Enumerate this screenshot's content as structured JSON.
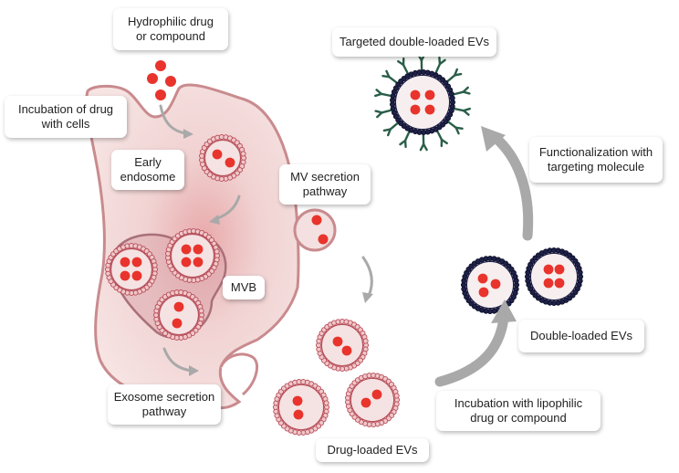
{
  "labels": {
    "hydrophilic": [
      "Hydrophilic drug",
      "or compound"
    ],
    "incubation_cells": [
      "Incubation of drug",
      "with cells"
    ],
    "early_endosome": [
      "Early",
      "endosome"
    ],
    "mv_secretion": [
      "MV secretion",
      "pathway"
    ],
    "mvb": "MVB",
    "exosome_secretion": [
      "Exosome secretion",
      "pathway"
    ],
    "drug_loaded": "Drug-loaded EVs",
    "incubation_lipophilic": [
      "Incubation with lipophilic",
      "drug or compound"
    ],
    "double_loaded": "Double-loaded EVs",
    "functionalization": [
      "Functionalization with",
      "targeting molecule"
    ],
    "targeted": "Targeted double-loaded EVs"
  },
  "colors": {
    "cell_fill": "#f2d9d9",
    "cell_outline": "#c98b8e",
    "drug_dot": "#e8342c",
    "vesicle_ring": "#b84f5a",
    "double_ring": "#1f2147",
    "targeting_ligand": "#2a5e48",
    "arrow": "#a9a9a9"
  }
}
